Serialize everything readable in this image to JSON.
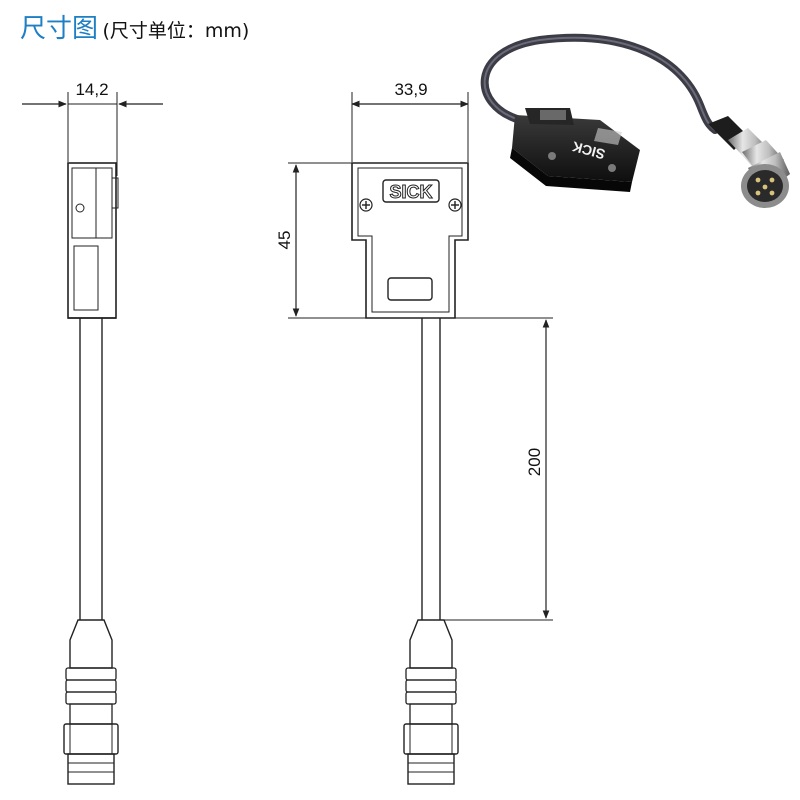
{
  "title": {
    "main": "尺寸图",
    "sub": "(尺寸单位：mm)"
  },
  "dimensions": {
    "side_width": "14,2",
    "front_width": "33,9",
    "housing_height": "45",
    "cable_length": "200"
  },
  "logo": {
    "text": "SICK"
  },
  "colors": {
    "title": "#1f7fc4",
    "line": "#222222",
    "product_body": "#1a1a1a",
    "connector_metal": "#9a9a9a"
  }
}
